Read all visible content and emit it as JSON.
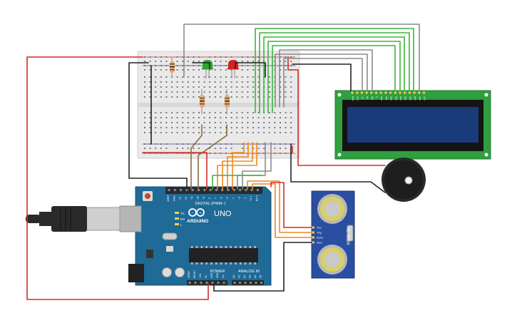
{
  "arduino": {
    "brand": "ARDUINO",
    "model": "UNO",
    "digital_header": "DIGITAL (PWM~)",
    "power_header": "POWER",
    "analog_header": "ANALOG IN",
    "tx_label": "TX",
    "rx_label": "RX",
    "l_label": "L",
    "digital_pins": [
      "AREF",
      "GND",
      "13",
      "12",
      "~11",
      "~10",
      "~9",
      "8",
      "7",
      "~6",
      "~5",
      "4",
      "~3",
      "2",
      "TX 1",
      "RX 0"
    ],
    "power_pins": [
      "IOREF",
      "RESET",
      "3.3V",
      "5V",
      "GND",
      "GND",
      "Vin"
    ],
    "analog_pins": [
      "A0",
      "A1",
      "A2",
      "A3",
      "A4",
      "A5"
    ]
  },
  "sensor": {
    "model": "HC-SR04",
    "pins": [
      "Vcc",
      "Trig",
      "Echo",
      "Gnd"
    ]
  },
  "lcd": {
    "pins": [
      "GND",
      "VCC",
      "V0",
      "RS",
      "RW",
      "E",
      "DB0",
      "DB1",
      "DB2",
      "DB3",
      "DB4",
      "DB5",
      "DB6",
      "DB7",
      "LED",
      "LED"
    ]
  },
  "leds": [
    {
      "color": "green",
      "hex": "#2fa52f"
    },
    {
      "color": "red",
      "hex": "#d42020"
    }
  ],
  "wire_colors": {
    "red": "#d42a2a",
    "black": "#222222",
    "orange": "#f08a1c",
    "green": "#3cb43c",
    "gray": "#8c8c8c",
    "brown": "#8b6a3a"
  }
}
